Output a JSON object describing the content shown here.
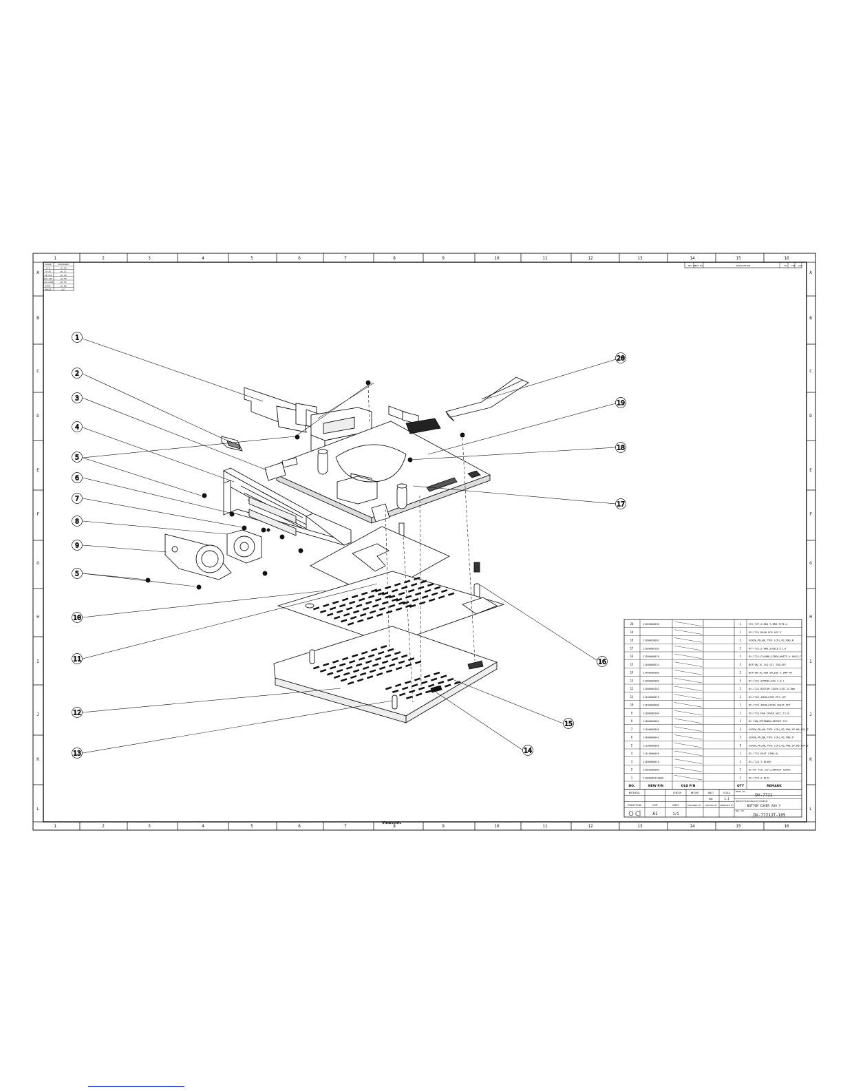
{
  "zone_columns": [
    "1",
    "2",
    "3",
    "4",
    "5",
    "6",
    "7",
    "8",
    "9",
    "10",
    "11",
    "12",
    "13",
    "14",
    "15",
    "16"
  ],
  "zone_rows": [
    "A",
    "B",
    "C",
    "D",
    "E",
    "F",
    "G",
    "H",
    "I",
    "J",
    "K",
    "L"
  ],
  "callouts": [
    "1",
    "2",
    "3",
    "4",
    "5",
    "6",
    "7",
    "8",
    "9",
    "5",
    "10",
    "11",
    "12",
    "13",
    "14",
    "15",
    "16",
    "17",
    "18",
    "19",
    "20"
  ],
  "bom": {
    "columns": {
      "no": "NO.",
      "new_pn": "NEW P/N",
      "old_pn": "OLD P/N",
      "qty": "QTY",
      "remark": "REMARK"
    },
    "rows": [
      {
        "no": "20",
        "pn": "11383000090",
        "qty": "1",
        "remark": "FPC,TYP,S-BRD,T-BRD,TYPE-A"
      },
      {
        "no": "19",
        "pn": "",
        "qty": "1",
        "remark": "DV-7721,MAIN PCB ASS'Y"
      },
      {
        "no": "18",
        "pn": "11360020092",
        "qty": "3",
        "remark": "SCREW,PN,WB,TYPE (CN),M2,PN0,N"
      },
      {
        "no": "17",
        "pn": "11380000182",
        "qty": "1",
        "remark": "DV-7721,S-BRD,SHIELD,T1.0"
      },
      {
        "no": "16",
        "pn": "11380000070",
        "qty": "2",
        "remark": "DV-7721,COLUMN,SCREW,WHITE,V-HOLE,C"
      },
      {
        "no": "15",
        "pn": "11400000024",
        "qty": "1",
        "remark": "BUTTON,1E,1S4 SIL ISOLATE"
      },
      {
        "no": "14",
        "pn": "11460000080",
        "qty": "2",
        "remark": "BUTTON,TE,RUB ON,IDE 2.5MM RH"
      },
      {
        "no": "13",
        "pn": "11380000080",
        "qty": "4",
        "remark": "DV-7721,SPRING,DIA 4.0,L"
      },
      {
        "no": "12",
        "pn": "11380000182",
        "qty": "1",
        "remark": "DV-7721,BOTTOM COVER,SECC,0.8mm"
      },
      {
        "no": "11",
        "pn": "11430000070",
        "qty": "1",
        "remark": "DV-7721,INSULATOR PET,CUT"
      },
      {
        "no": "10",
        "pn": "11430000090",
        "qty": "1",
        "remark": "DV-7721,INSULATING SHEET,PET"
      },
      {
        "no": "9",
        "pn": "11380000184",
        "qty": "1",
        "remark": "DV-7721,FAN COVER,SECC,T1.0"
      },
      {
        "no": "8",
        "pn": "11400000001",
        "qty": "1",
        "remark": "DC FAN,SPEEDNEW,BRIGHT,12V"
      },
      {
        "no": "7",
        "pn": "11100000040",
        "qty": "3",
        "remark": "SCREW,PN,WB,TYPE (CN),M2,PN0,SP,M0.8X4,Z"
      },
      {
        "no": "6",
        "pn": "11400000042",
        "qty": "2",
        "remark": "SCREW,PN,WB,TYPE (CN),M2,PN0,M"
      },
      {
        "no": "5",
        "pn": "11100000060",
        "qty": "8",
        "remark": "SCREW,PN,WB,TYPE (CN),M2,PN0,SP,M0.8X4,Z"
      },
      {
        "no": "4",
        "pn": "11410000046",
        "qty": "1",
        "remark": "DV-7721,HEAT SINK,AL"
      },
      {
        "no": "3",
        "pn": "11400000010",
        "qty": "1",
        "remark": "DV-7721,T-BLOCK"
      },
      {
        "no": "2",
        "pn": "11381000080",
        "qty": "1",
        "remark": "DC-DV-7721,1ST,CONTACT COVER"
      },
      {
        "no": "1",
        "pn": "11380000120000",
        "qty": "1",
        "remark": "DV-7721,S-BLTS"
      }
    ]
  },
  "title_block": {
    "material_label": "MATERIAL",
    "finish_label": "FINISH",
    "weight_label": "WEIGHT",
    "unit_label": "UNIT",
    "scale_label": "SCALE",
    "unit_value": "mm",
    "scale_value": "1:1",
    "model_no_label": "MODEL NO.",
    "model_no": "DV-7721",
    "description_label": "DESCRIPTION(ENGLISH/CHINESE)",
    "description": "BOTTOM COVER ASS'Y",
    "projection_label": "PROJECTION",
    "size_label": "SIZE",
    "sheet_label": "SHEET",
    "designed_label": "DESIGNED BY",
    "checked_label": "CHECKED BY",
    "approved_label": "APPROVED BY",
    "size_value": "A1",
    "sheet_value": "1/1",
    "dwg_no_label": "DWG. NO.",
    "dwg_no": "DV-7721JT-105"
  },
  "revision_block": {
    "headers": [
      "REV NO.",
      "ECN NO.",
      "DESCRIPTION",
      "BY",
      "CHK",
      "APP"
    ]
  },
  "tolerance_block": {
    "header": [
      "RANGE",
      "TOLERANCE"
    ],
    "rows": [
      [
        "0~6",
        "±0.10"
      ],
      [
        "6~30",
        "±0.15"
      ],
      [
        "30~120",
        "±0.20"
      ],
      [
        "120~315",
        "±0.30"
      ],
      [
        "315~1000",
        "±0.50"
      ],
      [
        "1000~",
        "±0.80"
      ],
      [
        "ANGLE",
        "±1°"
      ]
    ]
  },
  "company_stamp": "Viewsonic"
}
